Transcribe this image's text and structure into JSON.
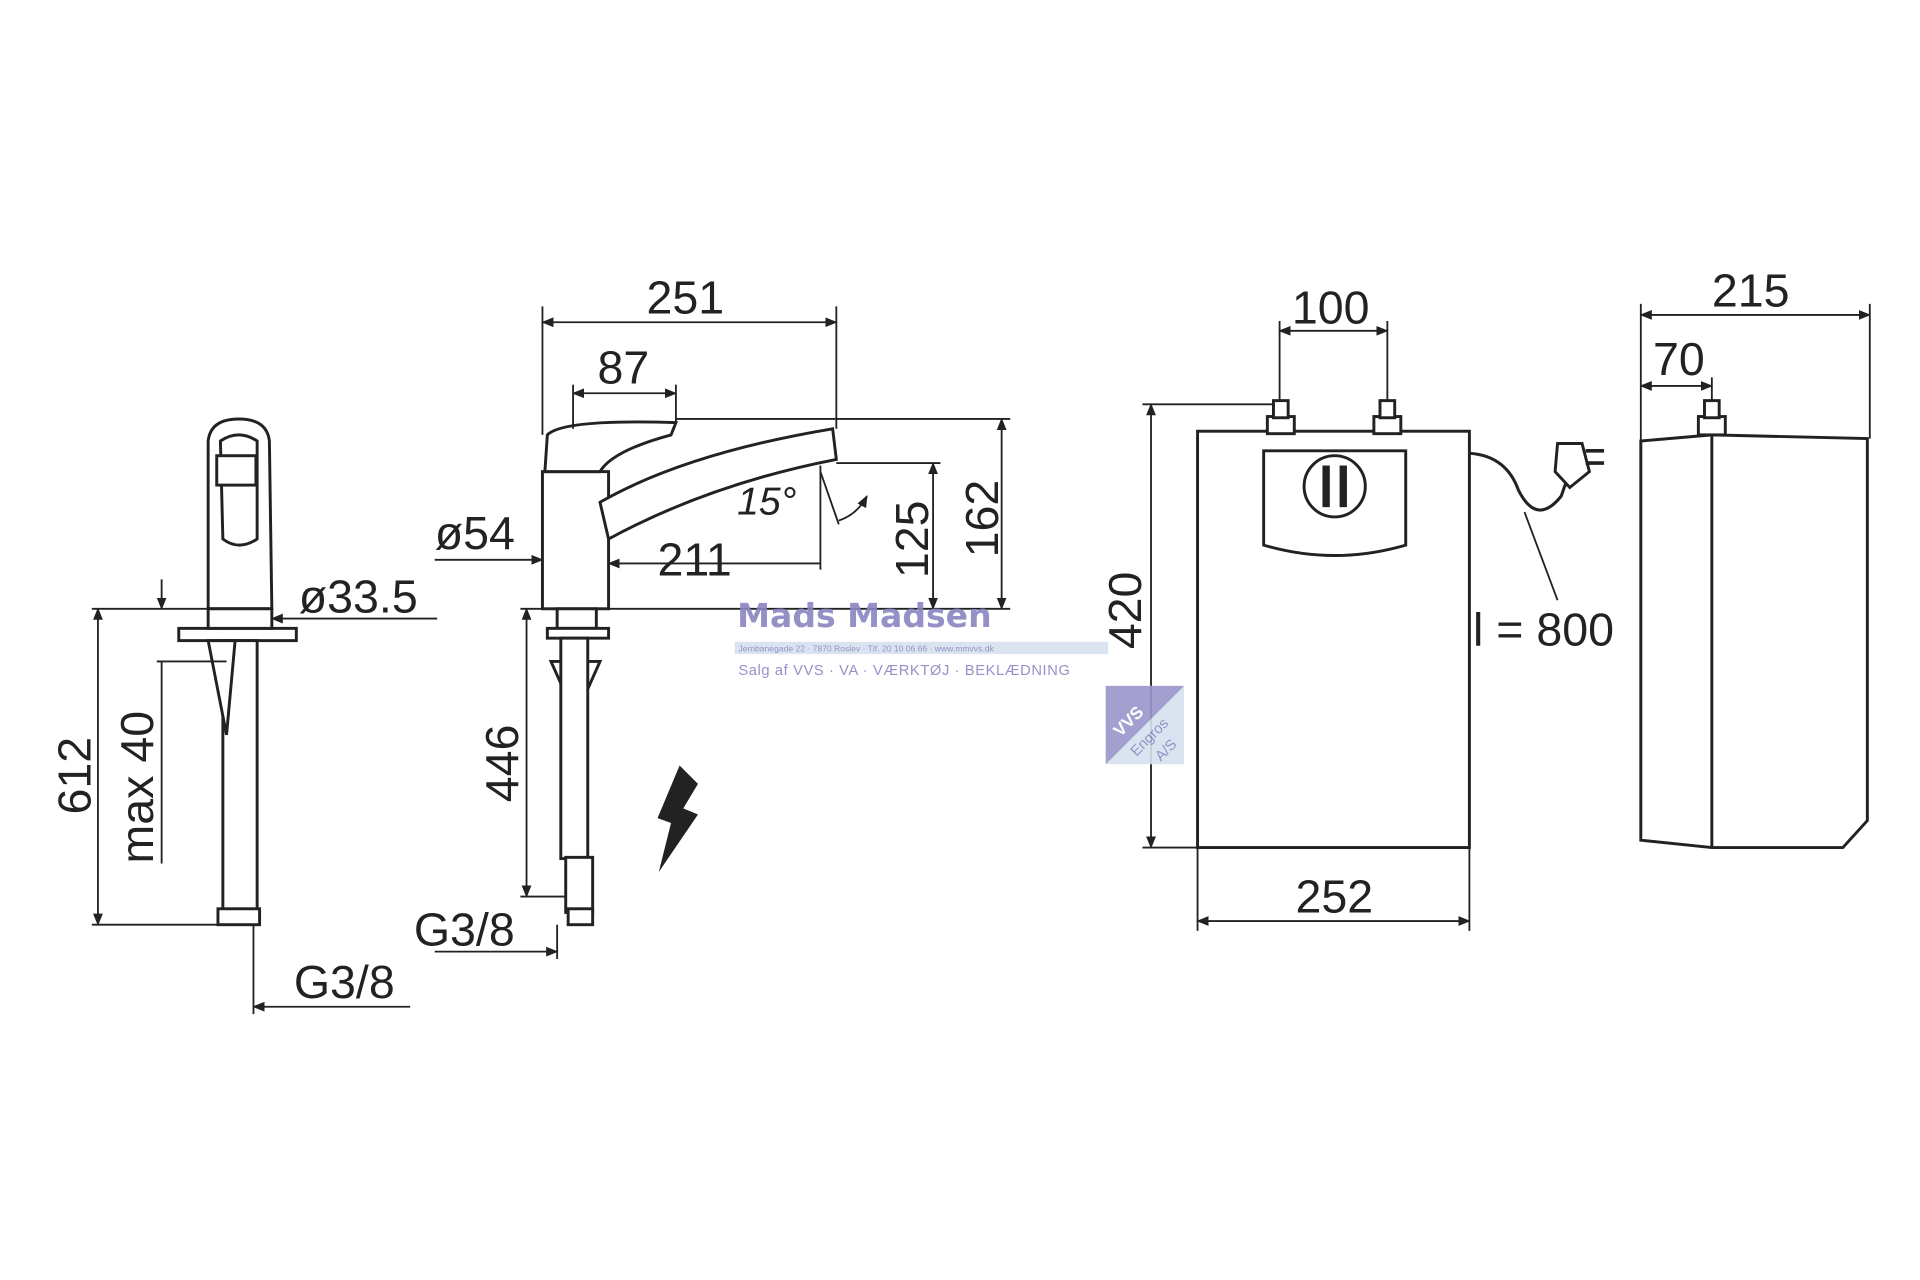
{
  "faucet_side": {
    "height": "612",
    "max_thickness": "max 40",
    "hole_diameter": "ø33.5",
    "connection": "G3/8"
  },
  "faucet_front": {
    "total_reach": "251",
    "lever_length": "87",
    "height": "162",
    "spout_height": "125",
    "spout_reach": "211",
    "body_diameter": "ø54",
    "hose_length": "446",
    "connection": "G3/8",
    "spout_angle": "15°"
  },
  "heater_front": {
    "connection_spacing": "100",
    "height": "420",
    "width": "252",
    "cable_length": "l = 800"
  },
  "heater_side": {
    "depth": "215",
    "connection_offset": "70"
  },
  "watermark": {
    "name": "Mads Madsen",
    "address": "Jernbanegade 22 · 7870 Roslev · Tlf. 20 10 06 66 · www.mmvvs.dk",
    "tagline": "Salg af  VVS · VA · VÆRKTØJ · BEKLÆDNING",
    "badge_1": "VVS",
    "badge_2": "Engros",
    "badge_3": "A/S"
  }
}
